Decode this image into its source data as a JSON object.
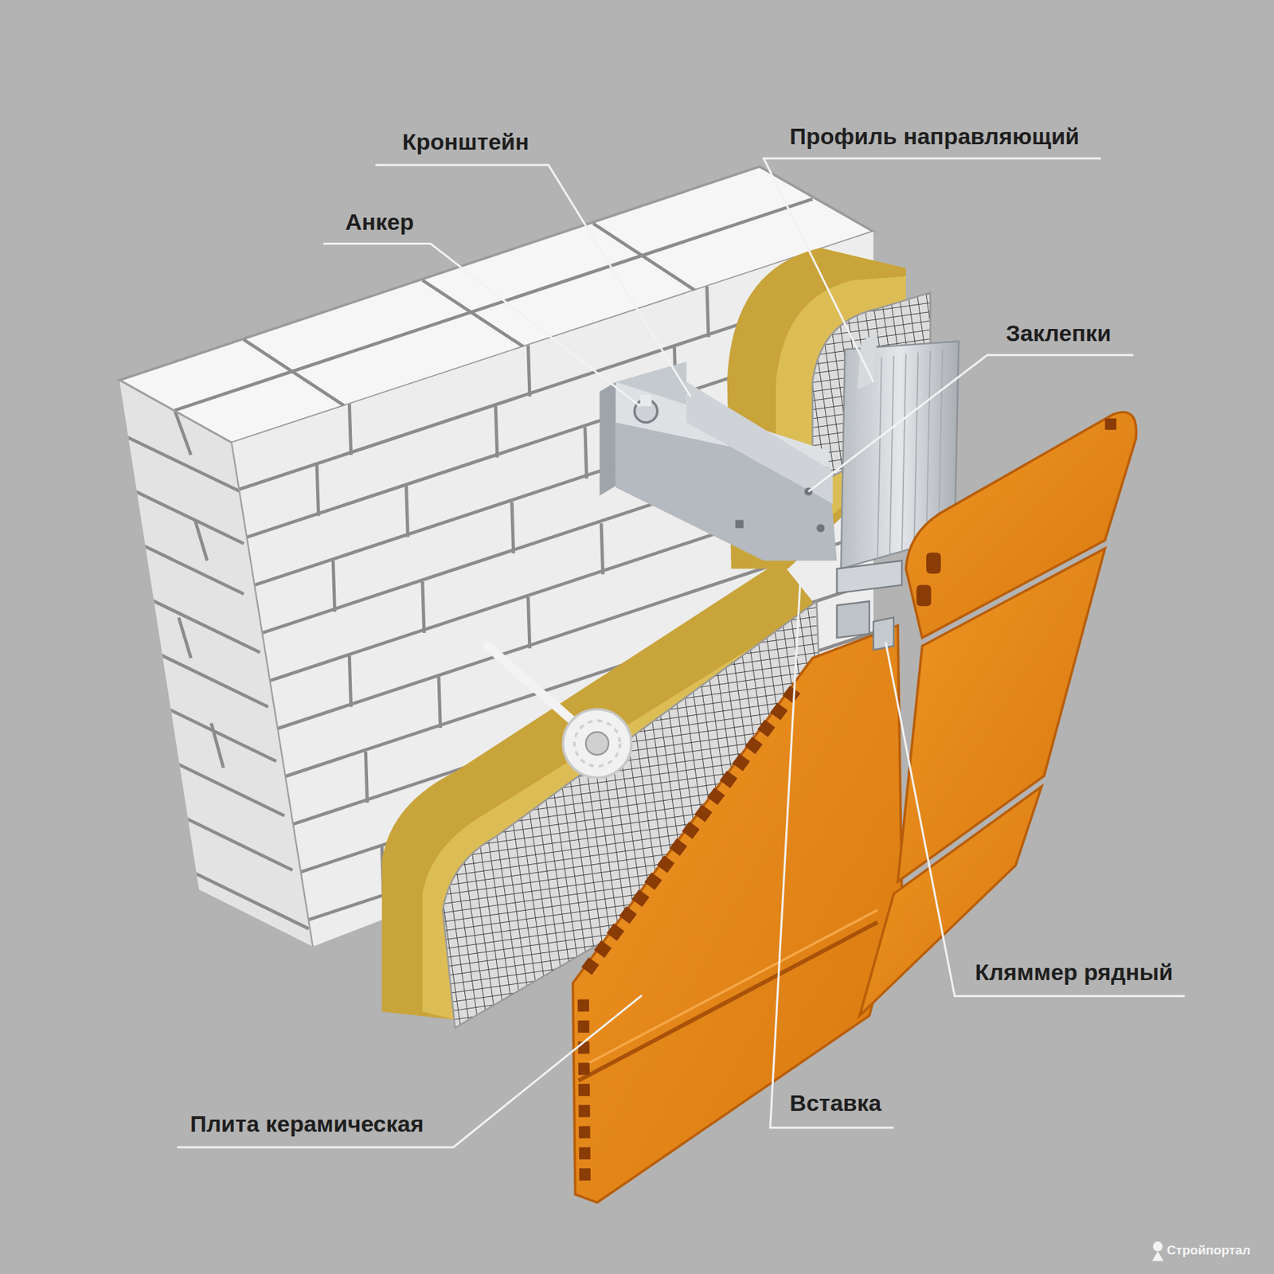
{
  "diagram": {
    "labels": [
      "Кронштейн",
      "Профиль направляющий",
      "Анкер",
      "Заклепки",
      "Кляммер рядный",
      "Вставка",
      "Плита керамическая",
      "Стройпортал"
    ]
  }
}
